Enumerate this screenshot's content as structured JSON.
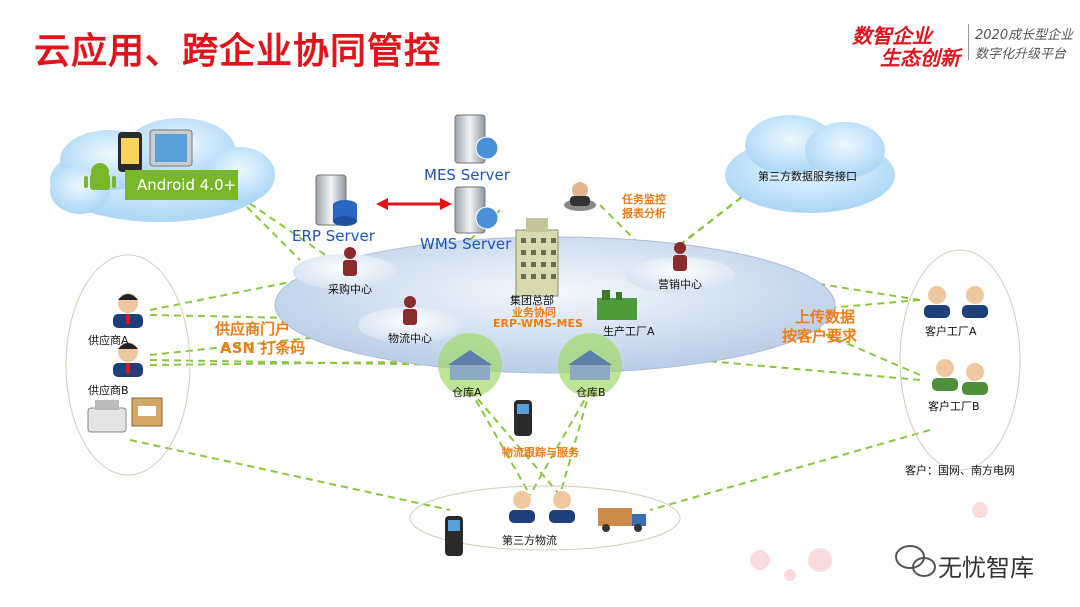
{
  "title": "云应用、跨企业协同管控",
  "brand": {
    "line1": "数智企业",
    "line2": "生态创新",
    "line3": "2020成长型企业",
    "line4": "数字化升级平台"
  },
  "servers": {
    "erp": "ERP  Server",
    "mes": "MES Server",
    "wms": "WMS Server"
  },
  "cloud_left": {
    "android": "Android 4.0+"
  },
  "cloud_right": {
    "label": "第三方数据服务接口"
  },
  "task": {
    "line1": "任务监控",
    "line2": "报表分析"
  },
  "hub": {
    "purchase": "采购中心",
    "logistics": "物流中心",
    "hq": "集团总部",
    "collab1": "业务协同",
    "collab2": "ERP-WMS-MES",
    "factory_a": "生产工厂A",
    "sales": "营销中心"
  },
  "warehouses": {
    "a": "仓库A",
    "b": "仓库B"
  },
  "suppliers": {
    "a": "供应商A",
    "b": "供应商B",
    "portal1": "供应商门户",
    "portal2": "ASN 打条码"
  },
  "customers": {
    "a": "客户工厂A",
    "b": "客户工厂B",
    "upload1": "上传数据",
    "upload2": "按客户要求",
    "note": "客户：国网、南方电网"
  },
  "logistics": {
    "tracking": "物流跟踪与服务",
    "third_party": "第三方物流"
  },
  "watermark": "无忧智库",
  "colors": {
    "title": "#e1141b",
    "accent_orange": "#ef7d16",
    "server_blue": "#1d55b3",
    "dashed_line": "#8cc63f",
    "arrow_red": "#e1141b"
  }
}
